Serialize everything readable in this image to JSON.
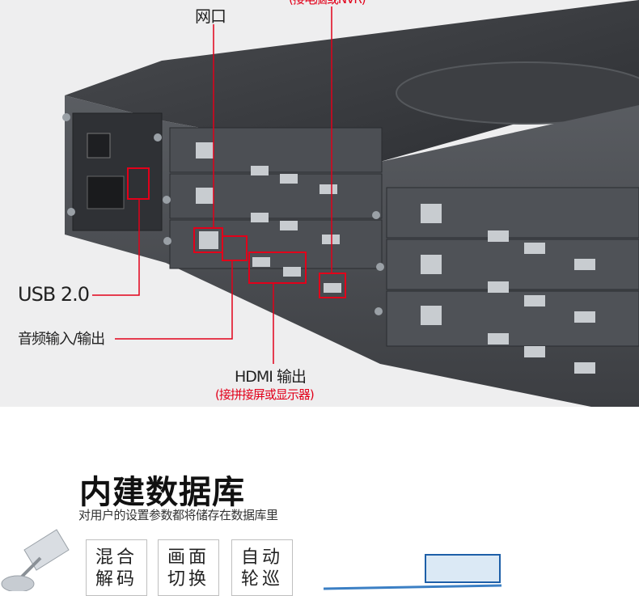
{
  "callouts": {
    "network_port": "网口",
    "nvr_note": "(接电脑或NVR)",
    "usb": "USB 2.0",
    "audio": "音频输入/输出",
    "hdmi_output": "HDMI 输出",
    "hdmi_note": "(接拼接屏或显示器)"
  },
  "database": {
    "title": "内建数据库",
    "subtitle": "对用户的设置参数都将储存在数据库里"
  },
  "features": [
    {
      "line1": "混合",
      "line2": "解码"
    },
    {
      "line1": "画面",
      "line2": "切换"
    },
    {
      "line1": "自动",
      "line2": "轮巡"
    }
  ],
  "colors": {
    "accent_red": "#e2001a",
    "chassis": "#3a3c40",
    "background": "#eeeeef"
  }
}
